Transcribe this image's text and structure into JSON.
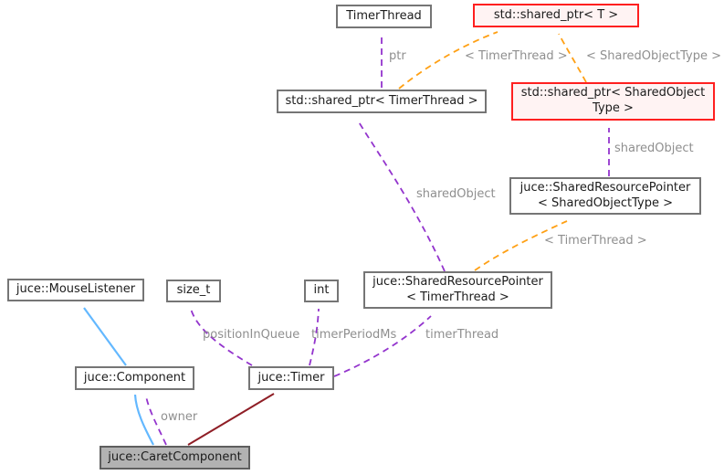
{
  "diagram_type": "class-collaboration-graph",
  "nodes": [
    {
      "id": "timerthread",
      "lines": [
        "TimerThread"
      ],
      "variant": "default"
    },
    {
      "id": "std-shared-ptr-t",
      "lines": [
        "std::shared_ptr< T >"
      ],
      "variant": "highlight"
    },
    {
      "id": "std-shared-ptr-timerthread",
      "lines": [
        "std::shared_ptr< TimerThread >"
      ],
      "variant": "default"
    },
    {
      "id": "std-shared-ptr-sharedobjecttype",
      "lines": [
        "std::shared_ptr< SharedObject",
        "Type >"
      ],
      "variant": "highlight"
    },
    {
      "id": "shared-resource-pointer-sharedobjecttype",
      "lines": [
        "juce::SharedResourcePointer",
        "< SharedObjectType >"
      ],
      "variant": "default"
    },
    {
      "id": "shared-resource-pointer-timerthread",
      "lines": [
        "juce::SharedResourcePointer",
        "< TimerThread >"
      ],
      "variant": "default"
    },
    {
      "id": "mouselistener",
      "lines": [
        "juce::MouseListener"
      ],
      "variant": "default"
    },
    {
      "id": "size-t",
      "lines": [
        "size_t"
      ],
      "variant": "default"
    },
    {
      "id": "int",
      "lines": [
        "int"
      ],
      "variant": "default"
    },
    {
      "id": "component",
      "lines": [
        "juce::Component"
      ],
      "variant": "default"
    },
    {
      "id": "timer",
      "lines": [
        "juce::Timer"
      ],
      "variant": "default"
    },
    {
      "id": "caretcomponent",
      "lines": [
        "juce::CaretComponent"
      ],
      "variant": "focus"
    }
  ],
  "edge_labels": [
    {
      "label": "ptr",
      "kind": "member"
    },
    {
      "label": "< TimerThread >",
      "kind": "template-instantiation"
    },
    {
      "label": "< SharedObjectType >",
      "kind": "template-instantiation"
    },
    {
      "label": "sharedObject",
      "kind": "member"
    },
    {
      "label": "< TimerThread >",
      "kind": "template-instantiation"
    },
    {
      "label": "sharedObject",
      "kind": "member"
    },
    {
      "label": "positionInQueue",
      "kind": "member"
    },
    {
      "label": "timerPeriodMs",
      "kind": "member"
    },
    {
      "label": "timerThread",
      "kind": "member"
    },
    {
      "label": "owner",
      "kind": "member"
    }
  ],
  "colors": {
    "node_border": "#757575",
    "node_fill": "#ffffff",
    "node_text": "#1c1c1c",
    "highlight_border": "#ff1f1f",
    "highlight_fill": "#fff3f3",
    "focus_fill": "#b2b2b2",
    "focus_border": "#5e5e5e",
    "edge_member": "#9334cd",
    "edge_template": "#ffa014",
    "edge_public_inheritance": "#63b8ff",
    "edge_private_inheritance": "#8f1e26",
    "edge_label": "#8f8f8f"
  }
}
